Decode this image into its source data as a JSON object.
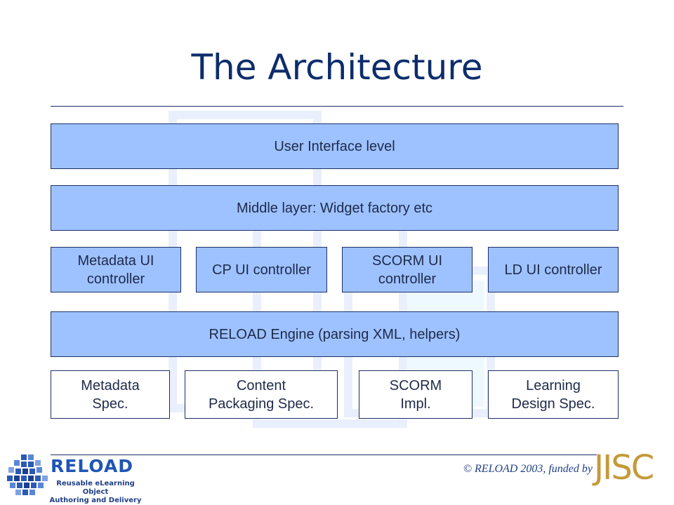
{
  "slide": {
    "title": "The Architecture"
  },
  "diagram": {
    "ui_level": "User Interface level",
    "middle_layer": "Middle layer: Widget factory etc",
    "controllers": [
      "Metadata UI\ncontroller",
      "CP UI controller",
      "SCORM UI\ncontroller",
      "LD UI controller"
    ],
    "engine": "RELOAD Engine (parsing XML, helpers)",
    "specs": [
      "Metadata\nSpec.",
      "Content\nPackaging Spec.",
      "SCORM\nImpl.",
      "Learning\nDesign Spec."
    ]
  },
  "footer": {
    "logo_name": "RELOAD",
    "logo_tagline": "Reusable eLearning Object\nAuthoring and Delivery",
    "copyright": "© RELOAD 2003, funded by",
    "funder": "JISC"
  },
  "colors": {
    "title": "#0d2d6b",
    "box_fill": "#9ec2ff",
    "box_border": "#1c2f66",
    "funder_logo": "#c49a3a"
  }
}
